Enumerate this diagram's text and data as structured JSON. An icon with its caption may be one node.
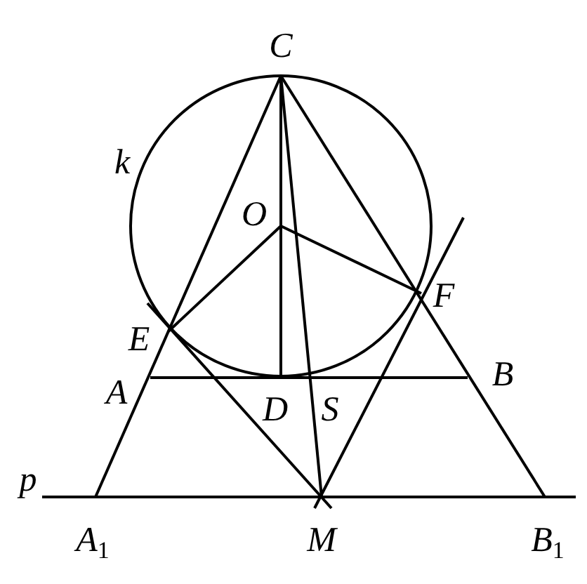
{
  "diagram": {
    "labels": [
      "C",
      "k",
      "O",
      "E",
      "F",
      "A",
      "B",
      "D",
      "S",
      "p",
      "A$_{1}$",
      "M",
      "B$_{1}$"
    ]
  }
}
